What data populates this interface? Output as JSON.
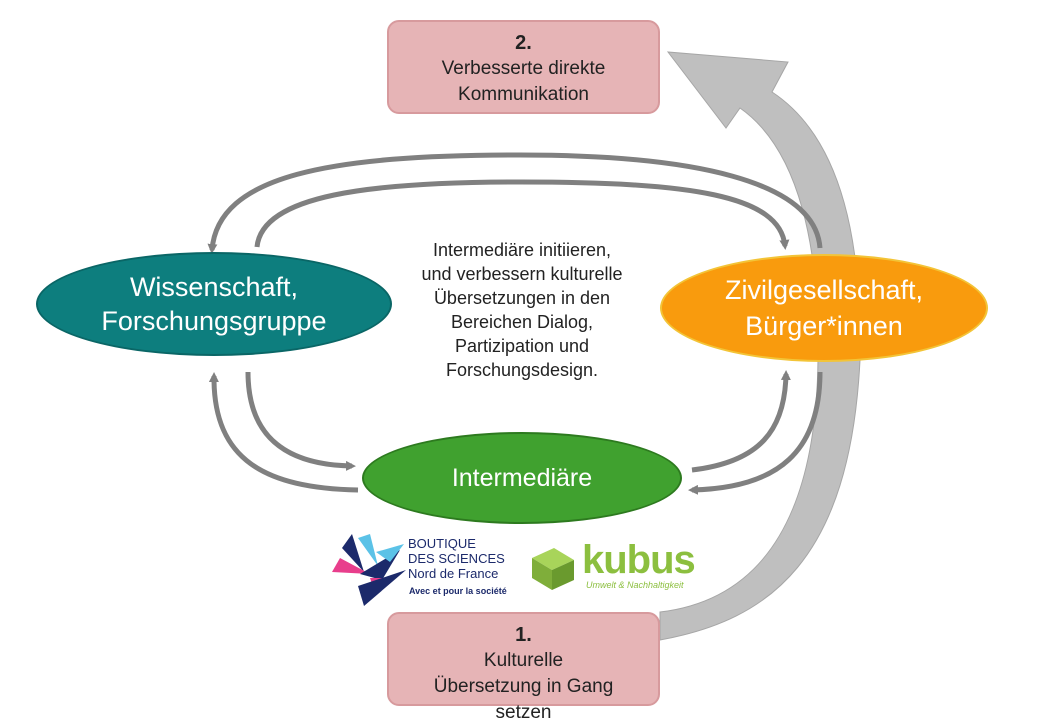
{
  "steps": {
    "step2": {
      "number": "2.",
      "label": "Verbesserte direkte Kommunikation"
    },
    "step1": {
      "number": "1.",
      "label": "Kulturelle Übersetzung in Gang setzen"
    }
  },
  "nodes": {
    "science": {
      "line1": "Wissenschaft,",
      "line2": "Forschungsgruppe",
      "color": "#0d7e7e"
    },
    "civil": {
      "line1": "Zivilgesellschaft,",
      "line2": "Bürger*innen",
      "color": "#f99b0d"
    },
    "intermediary": {
      "label": "Intermediäre",
      "color": "#40a12f"
    }
  },
  "center_text": "Intermediäre initiieren,\nund verbessern kulturelle\nÜbersetzungen in den\nBereichen Dialog,\nPartizipation und\nForschungsdesign.",
  "logos": {
    "boutique": {
      "line1": "BOUTIQUE",
      "line2": "DES SCIENCES",
      "line3": "Nord de France",
      "tagline": "Avec et pour la société"
    },
    "kubus": {
      "name": "kubus",
      "tagline": "Umwelt & Nachhaltigkeit",
      "color": "#8cbf3f"
    }
  },
  "colors": {
    "step_box": "#e6b4b6",
    "arrow": "#808080",
    "big_arrow": "#bfbfbf"
  }
}
